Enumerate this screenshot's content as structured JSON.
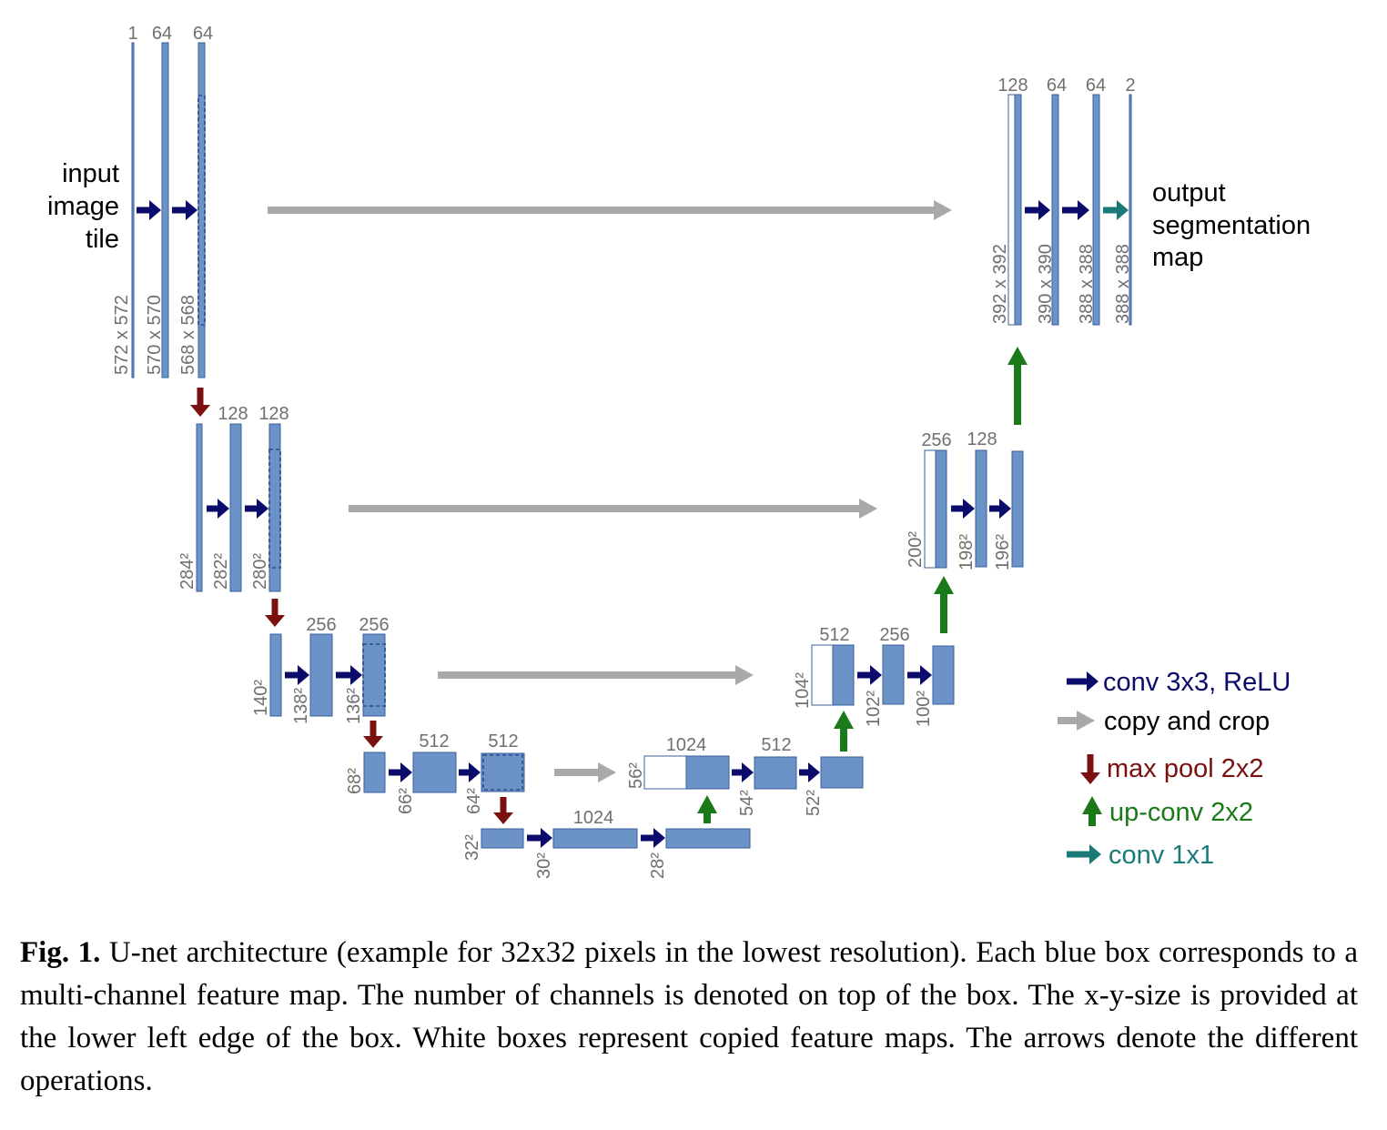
{
  "colors": {
    "box": "#6b93c8",
    "box_edge": "#3a5f98",
    "conv": "#0b0b6b",
    "copy": "#a9a9a9",
    "pool": "#7a1010",
    "upconv": "#1a7a1a",
    "conv1x1": "#1a7a78"
  },
  "labels": {
    "input": [
      "input",
      "image",
      "tile"
    ],
    "output": [
      "output",
      "segmentation",
      "map"
    ]
  },
  "channels": {
    "e1a": "1",
    "e1b": "64",
    "e1c": "64",
    "e2b": "128",
    "e2c": "128",
    "e3b": "256",
    "e3c": "256",
    "e4b": "512",
    "e4c": "512",
    "b2": "1024",
    "d4": "1024",
    "d4b": "512",
    "d3": "512",
    "d3b": "256",
    "d2": "256",
    "d2b": "128",
    "d1": "128",
    "d1b": "64",
    "d1c": "64",
    "d1d": "2"
  },
  "sizes": {
    "e1a": "572 x 572",
    "e1b": "570 x 570",
    "e1c": "568 x 568",
    "e2a": "284²",
    "e2b": "282²",
    "e2c": "280²",
    "e3a": "140²",
    "e3b": "138²",
    "e3c": "136²",
    "e4a": "68²",
    "e4b": "66²",
    "e4c": "64²",
    "b1": "32²",
    "b2": "30²",
    "b3": "28²",
    "d4": "56²",
    "d4b": "54²",
    "d4c": "52²",
    "d3": "104²",
    "d3b": "102²",
    "d3c": "100²",
    "d2": "200²",
    "d2b": "198²",
    "d2c": "196²",
    "d1": "392 x 392",
    "d1b": "390 x 390",
    "d1c": "388 x 388",
    "d1d": "388 x 388"
  },
  "legend": {
    "conv": "conv 3x3, ReLU",
    "copy": "copy and crop",
    "pool": "max pool 2x2",
    "upconv": "up-conv 2x2",
    "conv1x1": "conv 1x1"
  },
  "caption": {
    "label": "Fig. 1.",
    "text": " U-net architecture (example for 32x32 pixels in the lowest resolution). Each blue box corresponds to a multi-channel feature map. The number of channels is denoted on top of the box. The x-y-size is provided at the lower left edge of the box. White boxes represent copied feature maps. The arrows denote the different operations."
  }
}
